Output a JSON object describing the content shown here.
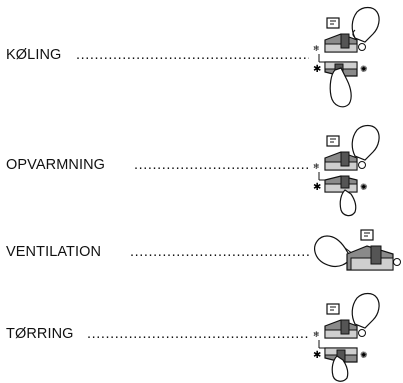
{
  "rows": [
    {
      "label": "KØLING",
      "dots": "......................................................................",
      "figure": "switch-cooling-icon"
    },
    {
      "label": "OPVARMNING",
      "dots": "......................................................................",
      "figure": "switch-heating-icon"
    },
    {
      "label": "VENTILATION",
      "dots": "......................................................................",
      "figure": "switch-ventilation-icon"
    },
    {
      "label": "TØRRING",
      "dots": "......................................................................",
      "figure": "switch-drying-icon"
    }
  ]
}
